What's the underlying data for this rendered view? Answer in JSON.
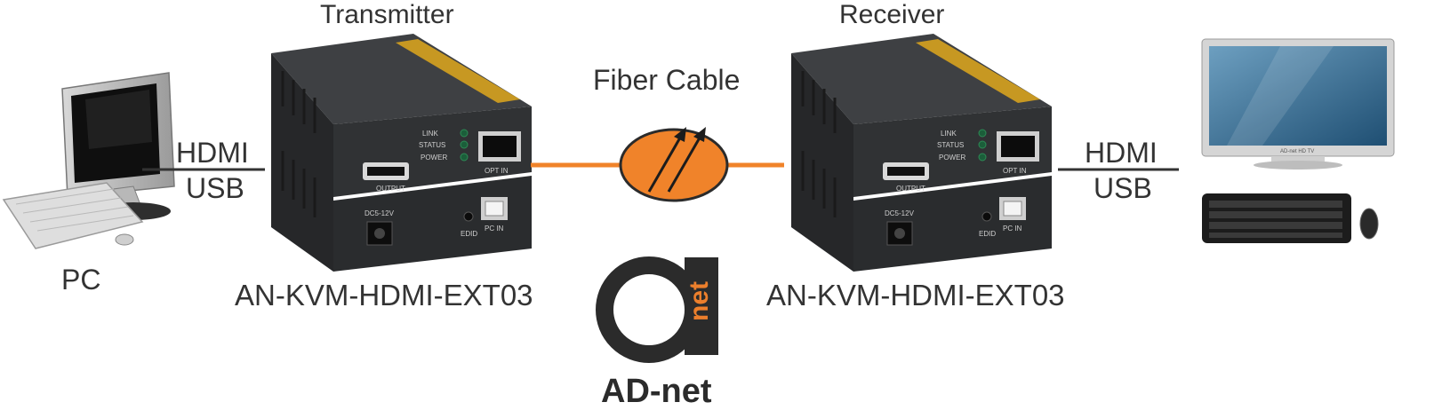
{
  "labels": {
    "transmitter": "Transmitter",
    "receiver": "Receiver",
    "fiber_cable": "Fiber Cable",
    "pc": "PC",
    "left_hdmi": "HDMI",
    "left_usb": "USB",
    "right_hdmi": "HDMI",
    "right_usb": "USB",
    "tx_model": "AN-KVM-HDMI-EXT03",
    "rx_model": "AN-KVM-HDMI-EXT03",
    "brand": "AD-net",
    "logo_text": "net"
  },
  "device_panel": {
    "led_link": "LINK",
    "led_status": "STATUS",
    "led_power": "POWER",
    "opt_in": "OPT IN",
    "output": "OUTPUT",
    "dc": "DC5-12V",
    "edid": "EDID",
    "pc_in": "PC IN"
  },
  "monitor_brand": "AD-net HD TV",
  "colors": {
    "fiber": "#f0832a",
    "device_body": "#2f3133",
    "device_top": "#3c3e41",
    "accent_stripe": "#d6a21f",
    "logo_dark": "#2b2b2b",
    "logo_orange": "#ec7f2c"
  }
}
